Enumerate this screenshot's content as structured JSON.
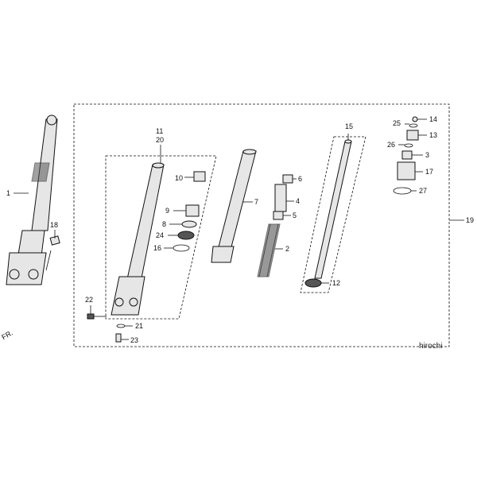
{
  "labels": {
    "p1": "1",
    "p2": "2",
    "p3": "3",
    "p4": "4",
    "p5": "5",
    "p6": "6",
    "p7": "7",
    "p8": "8",
    "p9": "9",
    "p10": "10",
    "p11": "11",
    "p12": "12",
    "p13": "13",
    "p14": "14",
    "p15": "15",
    "p16": "16",
    "p17": "17",
    "p18": "18",
    "p19": "19",
    "p20": "20",
    "p21": "21",
    "p22": "22",
    "p23": "23",
    "p24": "24",
    "p25": "25",
    "p26": "26",
    "p27": "27"
  },
  "orientation": "FR.",
  "watermark": "hirochi"
}
